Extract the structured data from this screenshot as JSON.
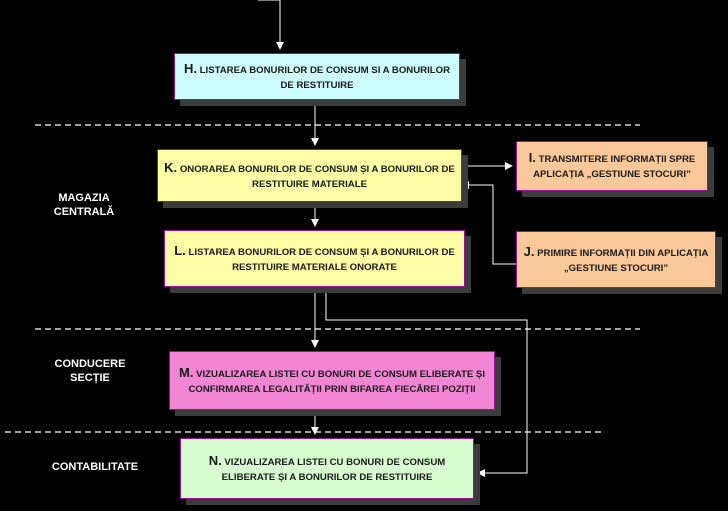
{
  "lanes": {
    "magazia": "MAGAZIA CENTRALĂ",
    "conducere": "CONDUCERE SECȚIE",
    "contabilitate": "CONTABILITATE"
  },
  "boxes": {
    "h": {
      "letter": "H.",
      "text": "LISTAREA BONURILOR DE CONSUM SI A BONURILOR DE RESTITUIRE"
    },
    "k": {
      "letter": "K.",
      "text": "ONORAREA BONURILOR DE CONSUM ȘI A BONURILOR DE RESTITUIRE MATERIALE"
    },
    "i": {
      "letter": "I.",
      "text": "TRANSMITERE INFORMAȚII SPRE APLICAȚIA „GESTIUNE STOCURI”"
    },
    "l": {
      "letter": "L.",
      "text": "LISTAREA BONURILOR DE CONSUM ȘI A BONURILOR DE RESTITUIRE MATERIALE ONORATE"
    },
    "j": {
      "letter": "J.",
      "text": "PRIMIRE INFORMAȚII DIN APLICAȚIA „GESTIUNE STOCURI”"
    },
    "m": {
      "letter": "M.",
      "text": "VIZUALIZAREA LISTEI CU BONURI DE CONSUM ELIBERATE ȘI CONFIRMAREA LEGALITĂȚII PRIN BIFAREA FIECĂREI POZIȚII"
    },
    "n": {
      "letter": "N.",
      "text": "VIZUALIZAREA LISTEI CU BONURI DE CONSUM ELIBERATE ȘI A BONURILOR DE RESTITUIRE"
    }
  },
  "colors": {
    "background": "#000000",
    "cyan": "#ccfcfc",
    "yellow": "#fdfda6",
    "orange": "#fbc89a",
    "pink": "#f286d4",
    "green": "#d6fcd0",
    "border": "#9a0f9a",
    "connector": "#ffffff"
  }
}
